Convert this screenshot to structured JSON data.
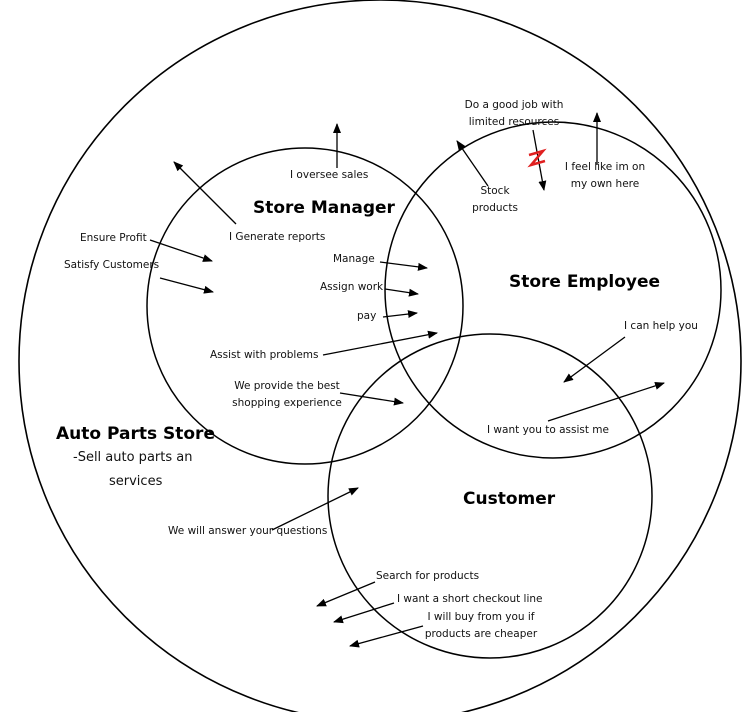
{
  "circles": {
    "auto_parts_store": {
      "title": "Auto Parts Store",
      "description_line1": "-Sell auto parts an",
      "description_line2": "services"
    },
    "store_manager": {
      "title": "Store Manager"
    },
    "store_employee": {
      "title": "Store Employee"
    },
    "customer": {
      "title": "Customer"
    }
  },
  "labels": {
    "i_oversee_sales": "I oversee sales",
    "i_generate_reports": "I Generate reports",
    "ensure_profit": "Ensure Profit",
    "satisfy_customers": "Satisfy Customers",
    "manage": "Manage",
    "assign_work": "Assign work",
    "pay": "pay",
    "assist_with_problems": "Assist with problems",
    "best_experience_1": "We provide the best",
    "best_experience_2": "shopping experience",
    "good_job_1": "Do a good job with",
    "good_job_2": "limited resources",
    "feel_alone_1": "I feel like im on",
    "feel_alone_2": "my own here",
    "stock_products_1": "Stock",
    "stock_products_2": "products",
    "i_can_help_you": "I can help you",
    "i_want_you_to_assist_me": "I want you to assist me",
    "we_will_answer": "We will answer your questions",
    "search_for_products": "Search for products",
    "short_checkout": "I want a short checkout line",
    "buy_if_cheaper_1": "I will buy from you if",
    "buy_if_cheaper_2": "products are cheaper"
  },
  "conflict_marker": {
    "icon": "lightning-conflict-icon",
    "color": "#e02020"
  }
}
